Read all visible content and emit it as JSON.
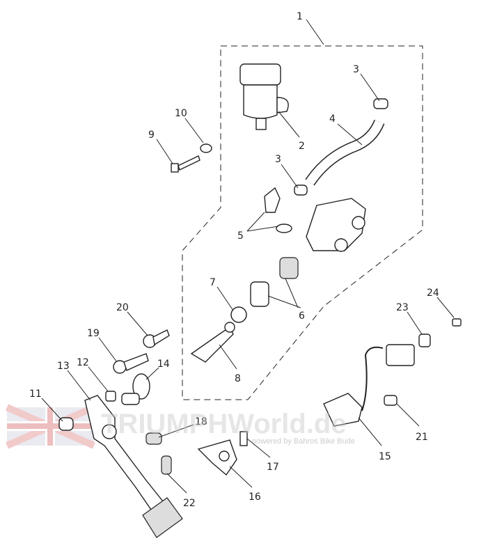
{
  "diagram": {
    "title": "Rear brake master cylinder and pedal assembly",
    "callouts": [
      "1",
      "2",
      "3",
      "3",
      "4",
      "5",
      "6",
      "7",
      "8",
      "9",
      "10",
      "11",
      "12",
      "13",
      "14",
      "15",
      "16",
      "17",
      "18",
      "19",
      "20",
      "21",
      "22",
      "23",
      "24"
    ]
  },
  "watermark": {
    "brand": "TRIUMPHWorld.de",
    "tagline": "powered by Bahros Bike Bude"
  }
}
